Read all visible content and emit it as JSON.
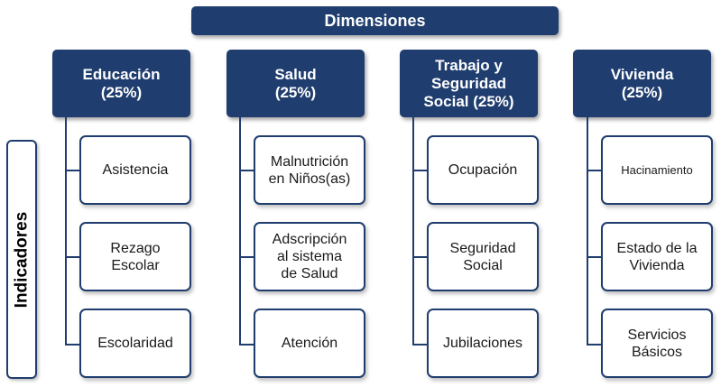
{
  "title": "Dimensiones",
  "side_label": "Indicadores",
  "dimensions": [
    {
      "label": "Educación\n(25%)",
      "indicators": [
        "Asistencia",
        "Rezago\nEscolar",
        "Escolaridad"
      ]
    },
    {
      "label": "Salud\n(25%)",
      "indicators": [
        "Malnutrición\nen Niños(as)",
        "Adscripción\nal sistema\nde Salud",
        "Atención"
      ]
    },
    {
      "label": "Trabajo y\nSeguridad\nSocial (25%)",
      "indicators": [
        "Ocupación",
        "Seguridad\nSocial",
        "Jubilaciones"
      ]
    },
    {
      "label": "Vivienda\n(25%)",
      "indicators": [
        "Hacinamiento",
        "Estado de la\nVivienda",
        "Servicios\nBásicos"
      ]
    }
  ]
}
